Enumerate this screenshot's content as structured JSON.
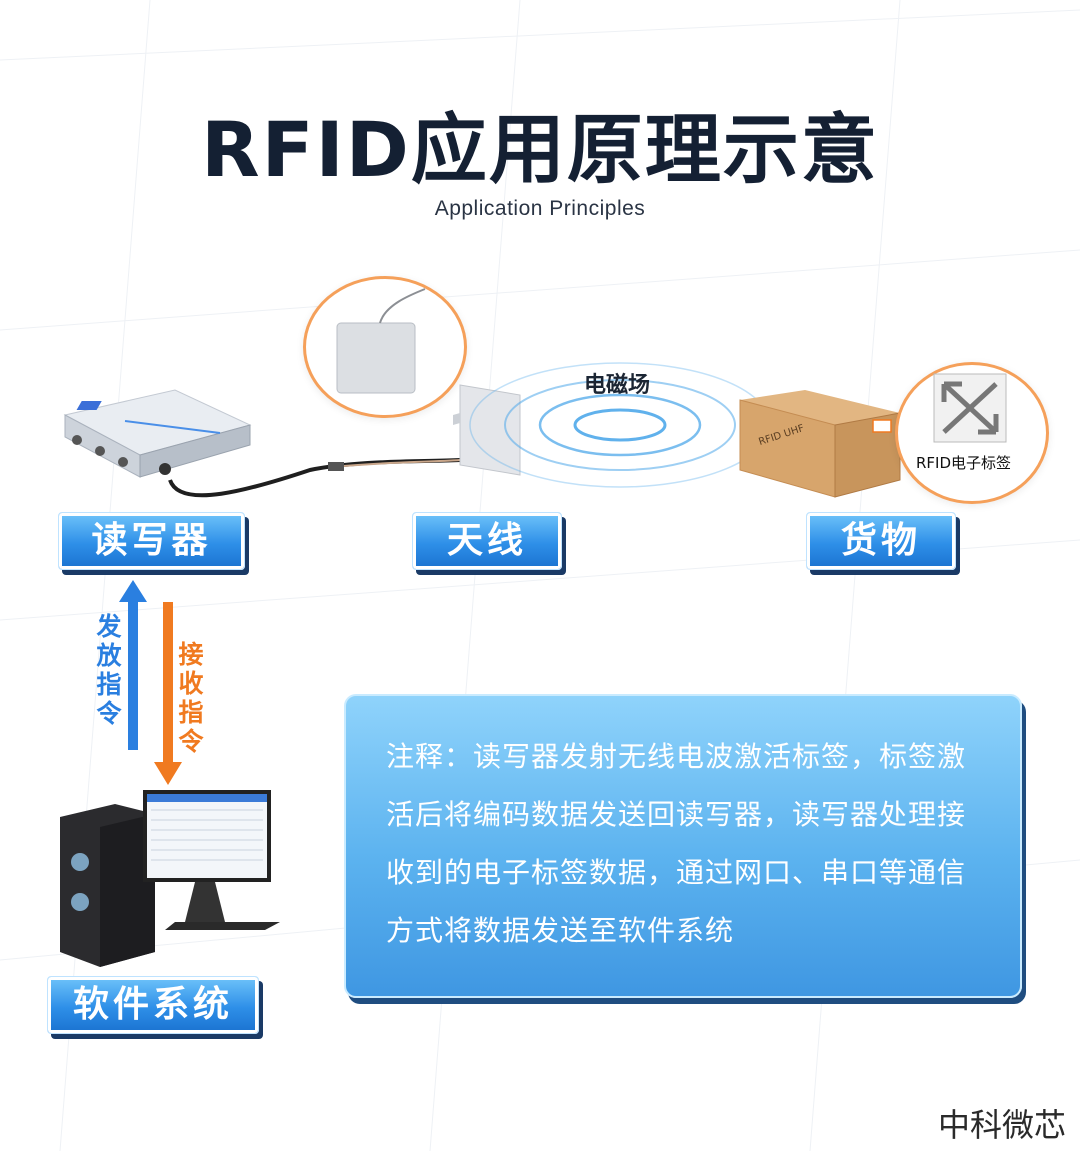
{
  "header": {
    "title": "RFID应用原理示意",
    "subtitle": "Application Principles"
  },
  "labels": {
    "reader": "读写器",
    "antenna": "天线",
    "goods": "货物",
    "software": "软件系统"
  },
  "diagram": {
    "field_label": "电磁场",
    "tag_caption": "RFID电子标签",
    "box_print": "RFID UHF",
    "send_label": [
      "发",
      "放",
      "指",
      "令"
    ],
    "receive_label": [
      "接",
      "收",
      "指",
      "令"
    ]
  },
  "note": {
    "lines": [
      "注释：读写器发射无线电波激活标签，标签激",
      "活后将编码数据发送回读写器，读写器处理接",
      "收到的电子标签数据，通过网口、串口等通信",
      "方式将数据发送至软件系统"
    ]
  },
  "footer": {
    "brand": "中科微芯"
  },
  "colors": {
    "accent_blue": "#2e8fe8",
    "accent_orange": "#f07a20",
    "title_dark": "#142033"
  }
}
